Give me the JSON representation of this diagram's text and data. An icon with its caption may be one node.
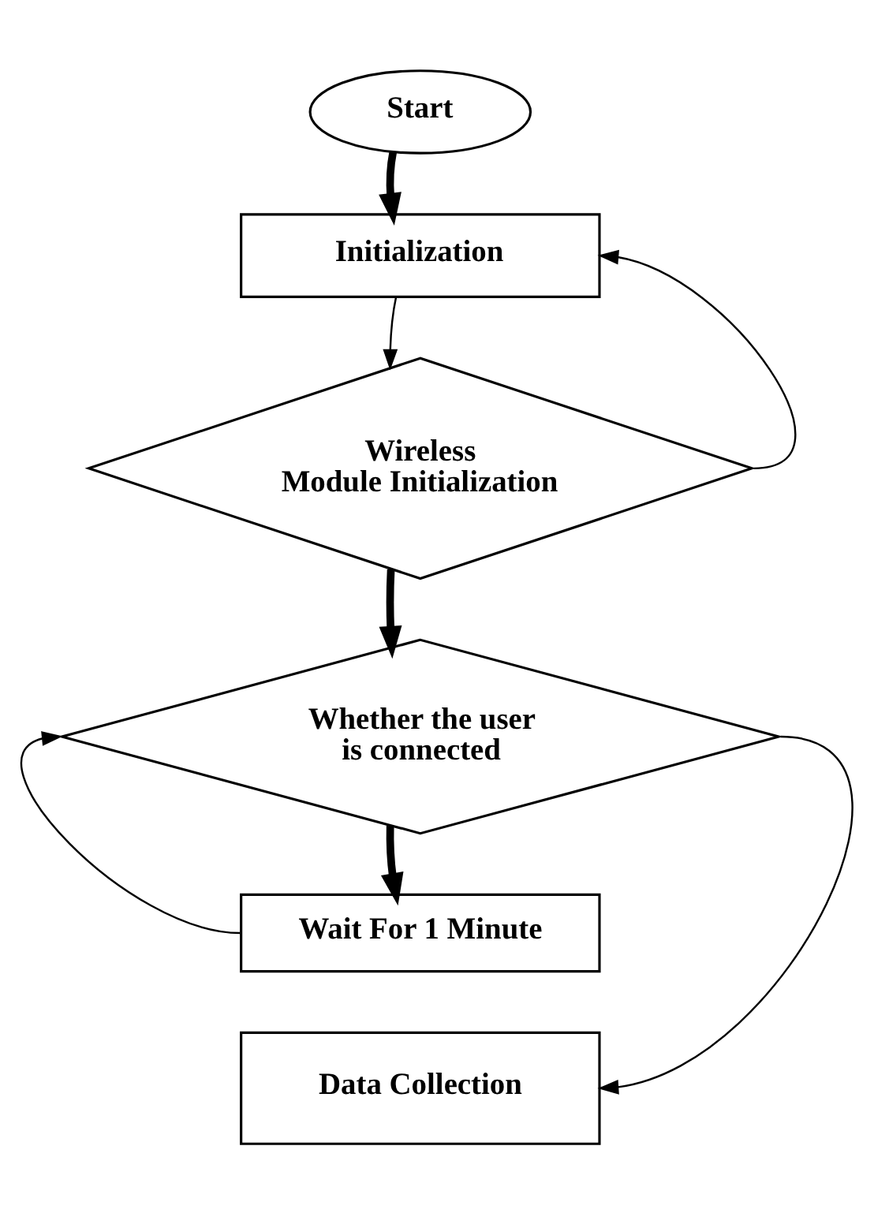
{
  "diagram": {
    "nodes": [
      {
        "text": [
          "Start"
        ]
      },
      {
        "text": [
          "Initialization"
        ]
      },
      {
        "text": [
          "Wireless Module Initialization"
        ]
      },
      {
        "text": [
          "Whether the user is connected"
        ]
      },
      {
        "text": [
          "Wait For 1 Minute"
        ]
      },
      {
        "text": [
          "Data Collection"
        ]
      }
    ],
    "edges": [
      {
        "from": 0,
        "to": 1,
        "arrow": "to",
        "style": "thick"
      },
      {
        "from": 1,
        "to": 2,
        "arrow": "to"
      },
      {
        "from": 2,
        "to": 1,
        "arrow": "to"
      },
      {
        "from": 2,
        "to": 3,
        "arrow": "to",
        "style": "thick"
      },
      {
        "from": 3,
        "to": 4,
        "arrow": "to",
        "style": "thick"
      },
      {
        "from": 4,
        "to": 3,
        "arrow": "to"
      },
      {
        "from": 3,
        "to": 5,
        "arrow": "to"
      }
    ]
  }
}
